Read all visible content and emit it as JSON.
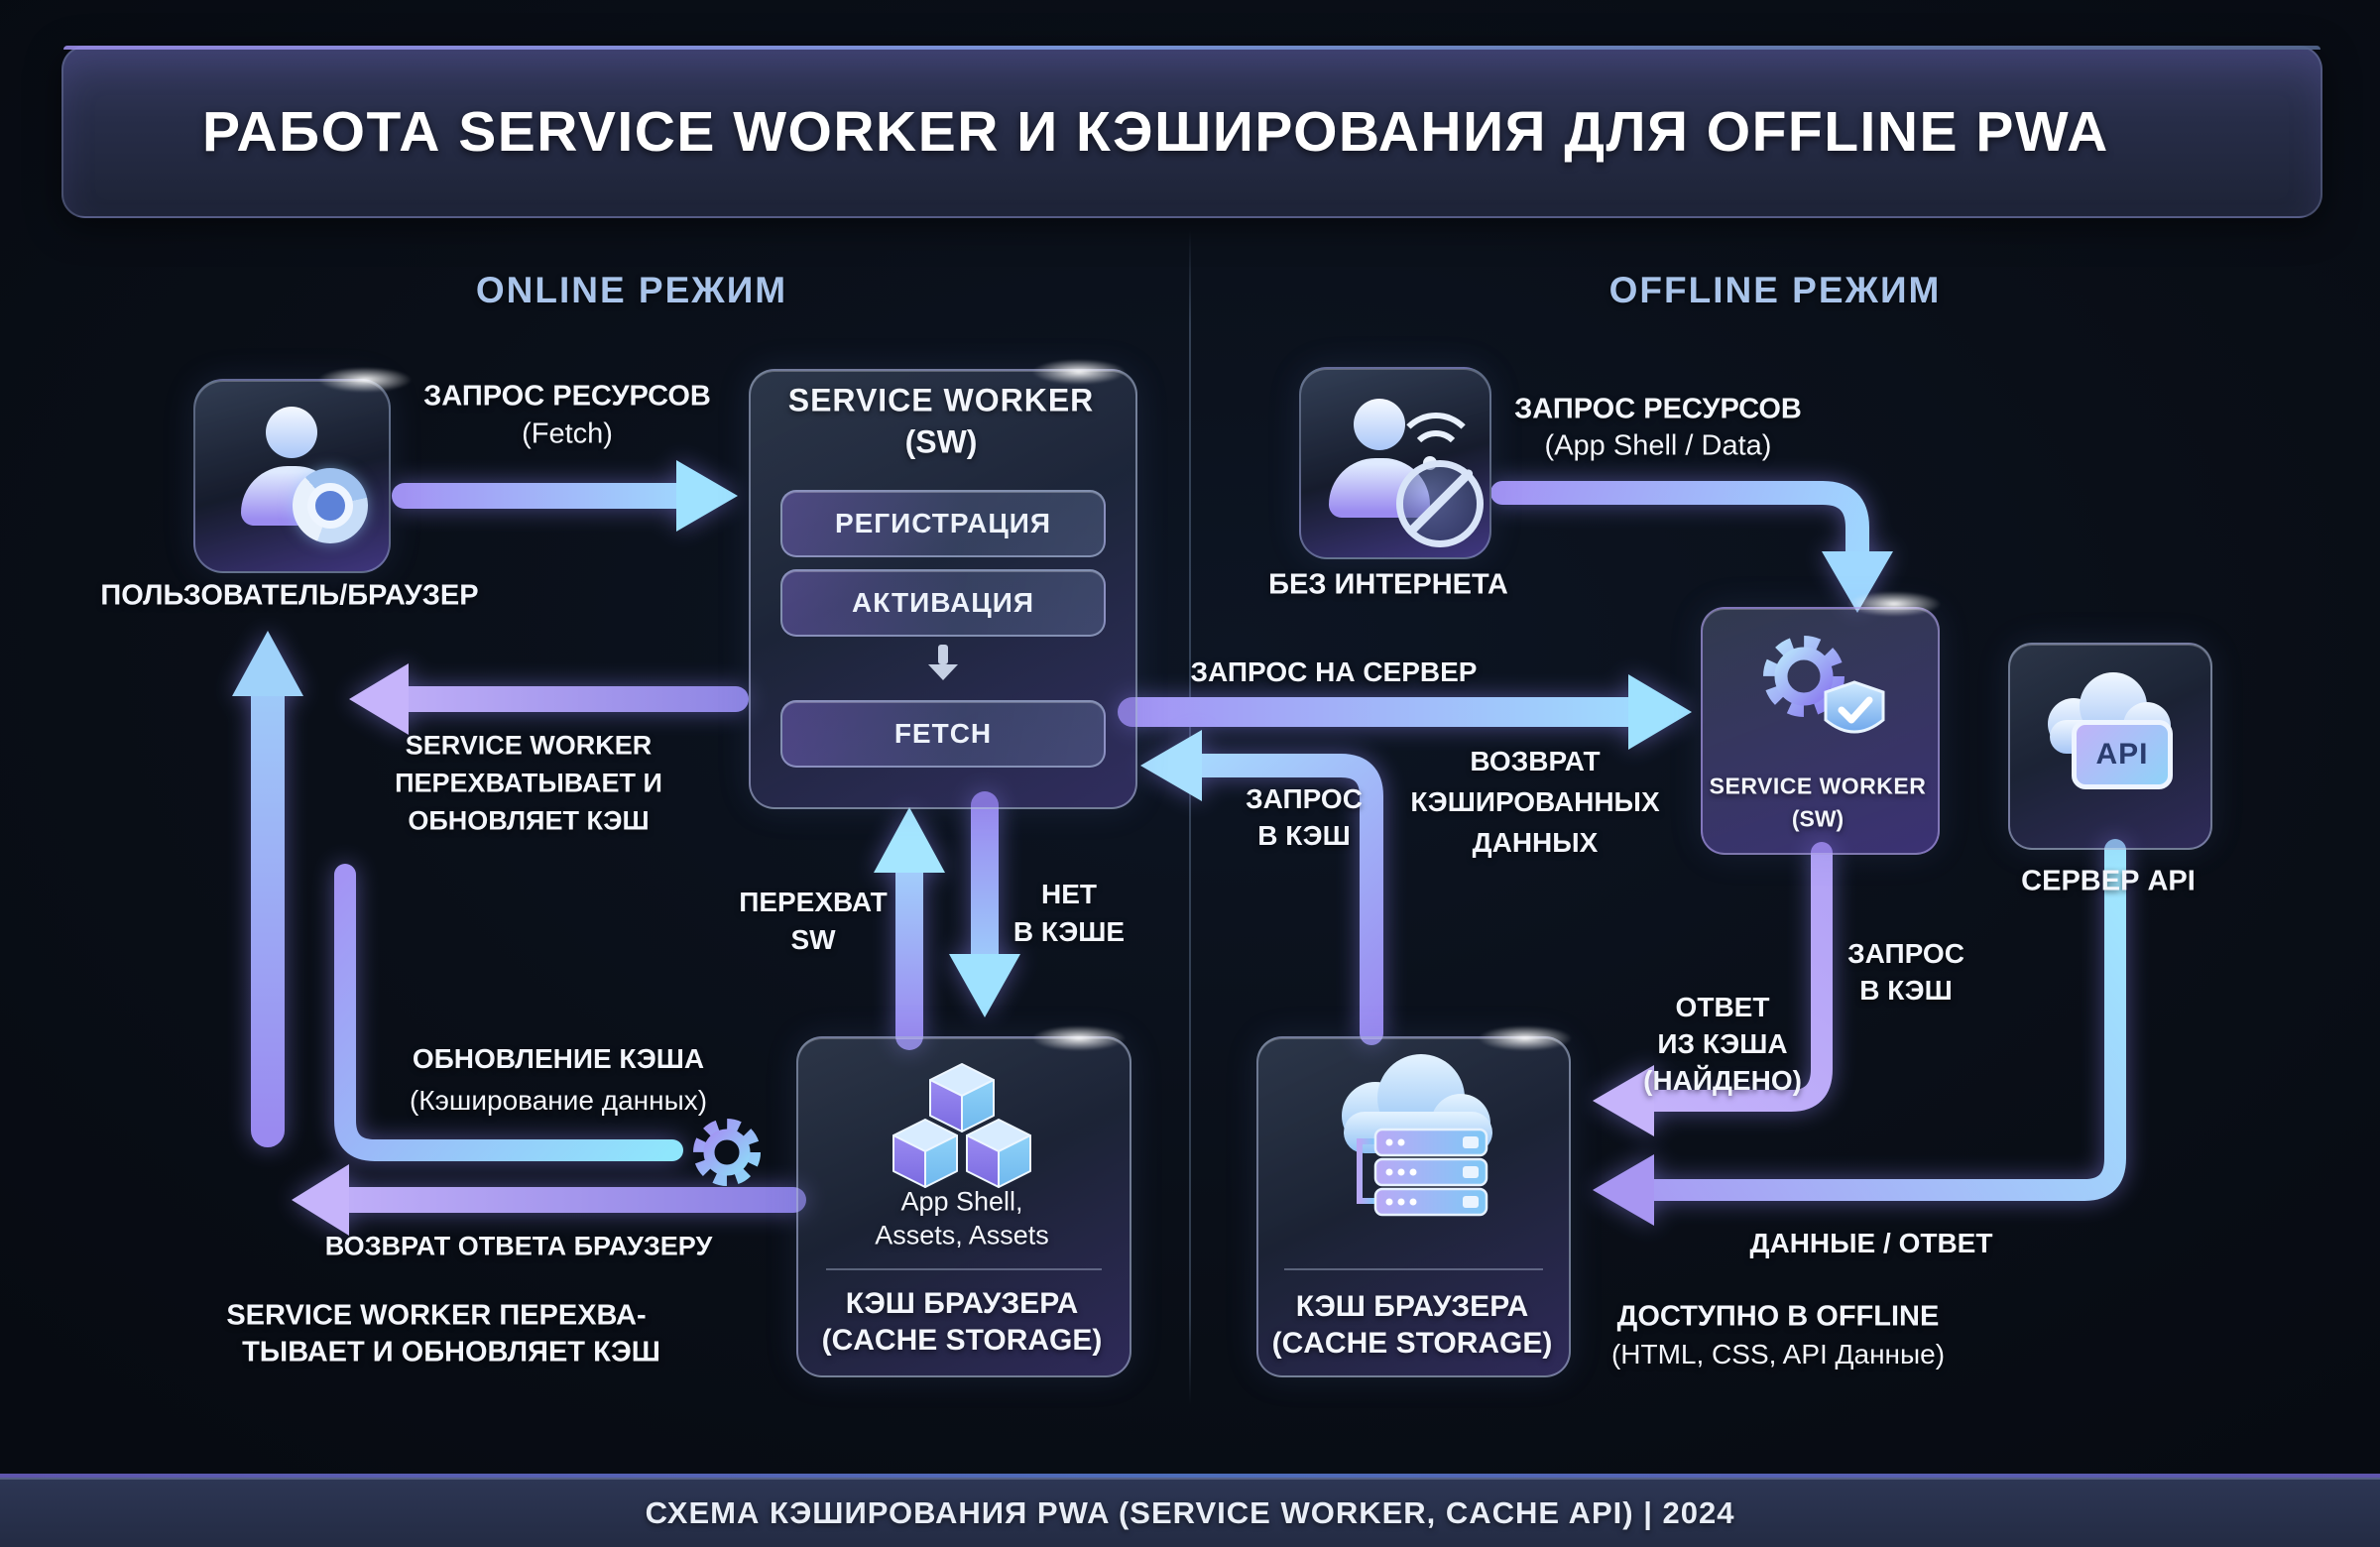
{
  "colors": {
    "accent_purple": "#9a8af0",
    "accent_cyan": "#9fe2ff",
    "background": "#0a0f18",
    "panel": "#272d48"
  },
  "header": {
    "title": "РАБОТА SERVICE WORKER И КЭШИРОВАНИЯ ДЛЯ OFFLINE PWA"
  },
  "sections": {
    "online_label": "ONLINE РЕЖИМ",
    "offline_label": "OFFLINE РЕЖИМ"
  },
  "online": {
    "user_label": "ПОЛЬЗОВАТЕЛЬ/БРАУЗЕР",
    "fetch_request": {
      "line1": "ЗАПРОС РЕСУРСОВ",
      "line2": "(Fetch)"
    },
    "sw_box": {
      "title1": "SERVICE WORKER",
      "title2": "(SW)",
      "steps": [
        "РЕГИСТРАЦИЯ",
        "АКТИВАЦИЯ",
        "FETCH"
      ]
    },
    "intercept_note": {
      "line1": "SERVICE WORKER",
      "line2": "ПЕРЕХВАТЫВАЕТ И",
      "line3": "ОБНОВЛЯЕТ КЭШ"
    },
    "intercept_sw": {
      "line1": "ПЕРЕХВАТ",
      "line2": "SW"
    },
    "not_in_cache": {
      "line1": "НЕТ",
      "line2": "В КЭШЕ"
    },
    "cache_box": {
      "content1": "App Shell,",
      "content2": "Assets, Assets",
      "title1": "КЭШ БРАУЗЕРА",
      "title2": "(CACHE STORAGE)"
    },
    "cache_update": {
      "line1": "ОБНОВЛЕНИЕ КЭША",
      "line2": "(Кэширование данных)"
    },
    "return_to_browser": "ВОЗВРАТ ОТВЕТА БРАУЗЕРУ",
    "bottom_note": {
      "line1": "SERVICE WORKER ПЕРЕХВА-",
      "line2": "ТЫВАЕТ И ОБНОВЛЯЕТ КЭШ"
    }
  },
  "offline": {
    "user_label": "БЕЗ ИНТЕРНЕТА",
    "resources_request": {
      "line1": "ЗАПРОС РЕСУРСОВ",
      "line2": "(App Shell / Data)"
    },
    "server_request": "ЗАПРОС НА СЕРВЕР",
    "cache_request_left": {
      "line1": "ЗАПРОС",
      "line2": "В КЭШ"
    },
    "cached_data_return": {
      "line1": "ВОЗВРАТ",
      "line2": "КЭШИРОВАННЫХ",
      "line3": "ДАННЫХ"
    },
    "sw_box": {
      "title1": "SERVICE WORKER",
      "title2": "(SW)"
    },
    "api_server": {
      "badge": "API",
      "label": "СЕРВЕР API"
    },
    "cache_request_right": {
      "line1": "ЗАПРОС",
      "line2": "В КЭШ"
    },
    "cache_response": {
      "line1": "ОТВЕТ",
      "line2": "ИЗ КЭША",
      "line3": "(НАЙДЕНО)"
    },
    "cache_box": {
      "title1": "КЭШ БРАУЗЕРА",
      "title2": "(CACHE STORAGE)"
    },
    "data_response": "ДАННЫЕ / ОТВЕТ",
    "offline_available": {
      "line1": "ДОСТУПНО В OFFLINE",
      "line2": "(HTML, CSS, API Данные)"
    }
  },
  "footer": {
    "text": "СХЕМА КЭШИРОВАНИЯ PWA (SERVICE WORKER, CACHE API) | 2024"
  }
}
